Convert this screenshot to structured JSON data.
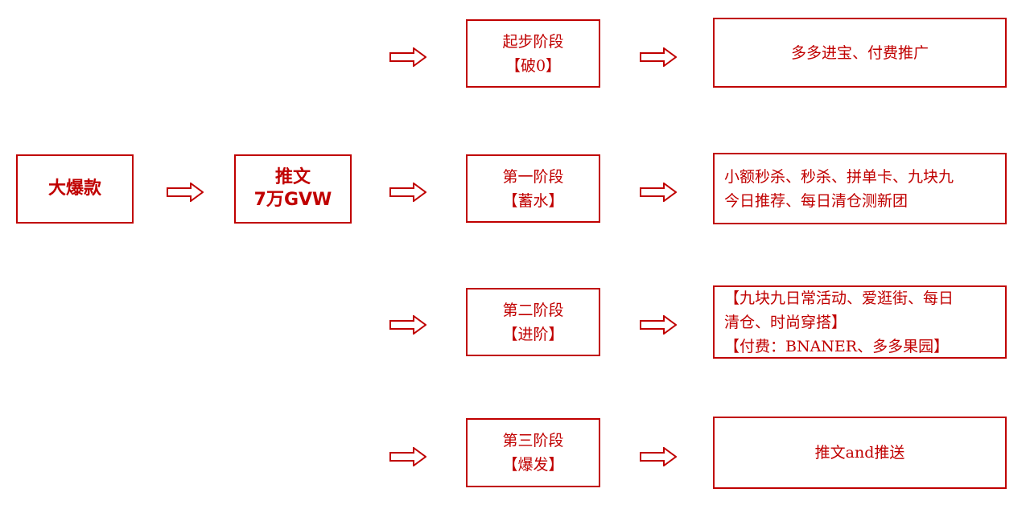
{
  "root": {
    "label": "大爆款"
  },
  "middle": {
    "line1": "推文",
    "line2": "7万GVW"
  },
  "colors": {
    "accent": "#c00000",
    "background": "#ffffff"
  },
  "arrow_icon": "outline-right-arrow-icon",
  "stages": [
    {
      "title": "起步阶段",
      "subtitle": "【破0】",
      "details": [
        "多多进宝、付费推广"
      ]
    },
    {
      "title": "第一阶段",
      "subtitle": "【蓄水】",
      "details": [
        "小额秒杀、秒杀、拼单卡、九块九",
        "今日推荐、每日清仓测新团"
      ]
    },
    {
      "title": "第二阶段",
      "subtitle": "【进阶】",
      "details": [
        "【九块九日常活动、爱逛街、每日",
        "清仓、时尚穿搭】",
        "【付费：BNANER、多多果园】"
      ]
    },
    {
      "title": "第三阶段",
      "subtitle": "【爆发】",
      "details": [
        "推文and推送"
      ]
    }
  ]
}
